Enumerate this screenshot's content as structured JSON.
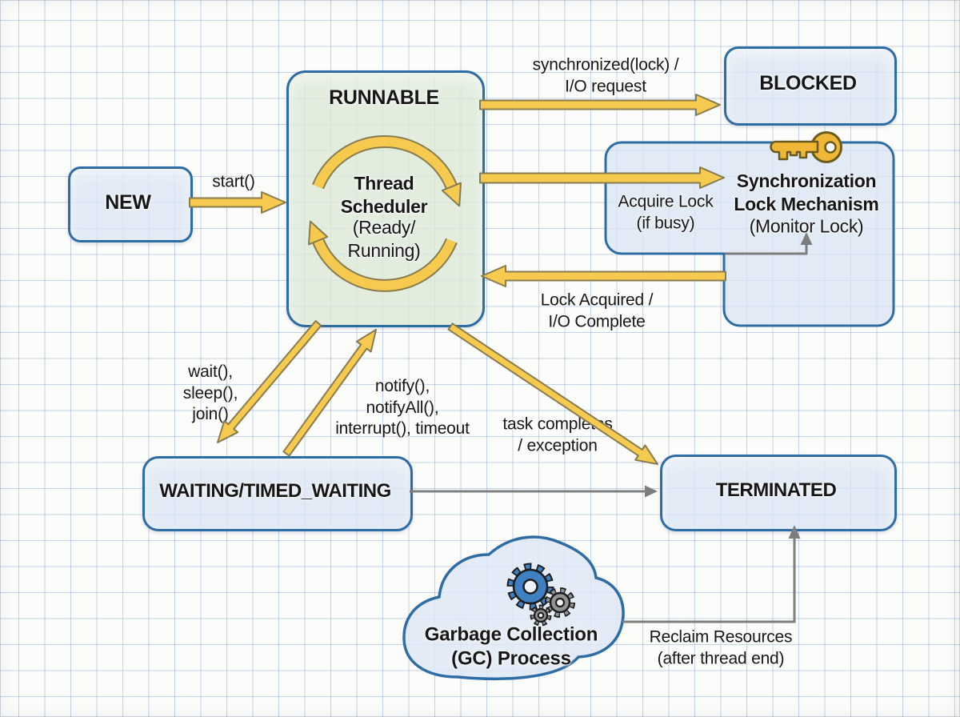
{
  "diagram": {
    "states": {
      "new": "NEW",
      "runnable": "RUNNABLE",
      "blocked": "BLOCKED",
      "waiting": "WAITING/TIMED_WAITING",
      "terminated": "TERMINATED"
    },
    "scheduler": {
      "bold": "Thread\nScheduler",
      "normal": "(Ready/\nRunning)"
    },
    "lock_box": {
      "bold": "Synchronization\nLock Mechanism",
      "normal": "(Monitor Lock)"
    },
    "gc_cloud": {
      "label": "Garbage Collection\n(GC) Process"
    },
    "transitions": {
      "start": "start()",
      "to_blocked": "synchronized(lock) /\nI/O request",
      "acquire_lock": "Acquire Lock\n(if busy)",
      "lock_acquired": "Lock Acquired /\nI/O Complete",
      "to_waiting": "wait(),\nsleep(),\njoin()",
      "from_waiting": "notify(),\nnotifyAll(),\ninterrupt(), timeout",
      "to_terminated": "task completes\n/ exception",
      "reclaim": "Reclaim Resources\n(after thread end)"
    },
    "icons": {
      "lock_key": "key-icon",
      "gc_gears": "gears-icon",
      "scheduler_cycle": "cycle-arrows-icon"
    },
    "colors": {
      "box_border": "#2e6da4",
      "box_fill_blue": "#d8e4f3",
      "box_fill_green": "#dbe9d7",
      "arrow_yellow": "#f6c94f",
      "arrow_outline": "#877c50",
      "arrow_gray": "#7e7e7e",
      "key_gold": "#f0b636",
      "gear_blue": "#3f80c2",
      "gear_gray": "#949494",
      "grid_line": "#7da0d2",
      "text": "#161616"
    }
  }
}
